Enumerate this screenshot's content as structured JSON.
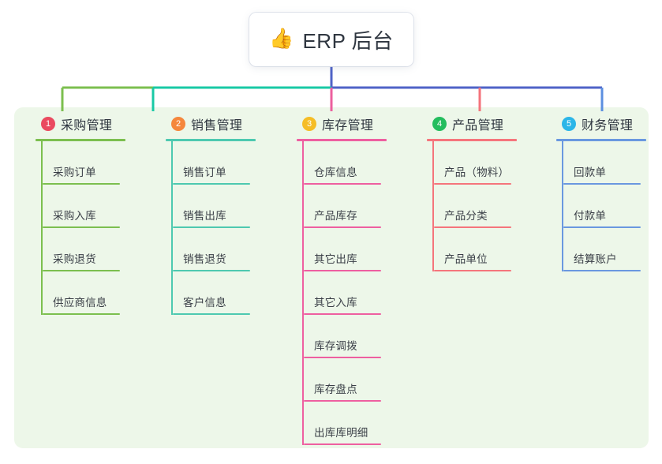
{
  "root": {
    "icon": "thumbs-up-icon",
    "icon_glyph": "👍",
    "title": "ERP 后台"
  },
  "panel": {
    "background": "#edf7e9"
  },
  "connector_colors": {
    "bus_left": "#7cbf4f",
    "bus_mid": "#19c9a5",
    "bus_right": "#4f63c7",
    "stem": "#4f63c7",
    "drop_1": "#7cbf4f",
    "drop_2": "#19c9a5",
    "drop_3": "#ec5f9e",
    "drop_4": "#f4737b",
    "drop_5": "#5c8fe0"
  },
  "columns": [
    {
      "number": "1",
      "title": "采购管理",
      "badge_color": "#ea4a5f",
      "line_color": "#7cbf4f",
      "items": [
        {
          "label": "采购订单"
        },
        {
          "label": "采购入库"
        },
        {
          "label": "采购退货"
        },
        {
          "label": "供应商信息"
        }
      ]
    },
    {
      "number": "2",
      "title": "销售管理",
      "badge_color": "#f5873c",
      "line_color": "#4ec9b0",
      "items": [
        {
          "label": "销售订单"
        },
        {
          "label": "销售出库"
        },
        {
          "label": "销售退货"
        },
        {
          "label": "客户信息"
        }
      ]
    },
    {
      "number": "3",
      "title": "库存管理",
      "badge_color": "#f5bd26",
      "line_color": "#ee5fa0",
      "items": [
        {
          "label": "仓库信息"
        },
        {
          "label": "产品库存"
        },
        {
          "label": "其它出库"
        },
        {
          "label": "其它入库"
        },
        {
          "label": "库存调拨"
        },
        {
          "label": "库存盘点"
        },
        {
          "label": "出库库明细"
        }
      ]
    },
    {
      "number": "4",
      "title": "产品管理",
      "badge_color": "#24bd5e",
      "line_color": "#f5757c",
      "items": [
        {
          "label": "产品（物料）"
        },
        {
          "label": "产品分类"
        },
        {
          "label": "产品单位"
        }
      ]
    },
    {
      "number": "5",
      "title": "财务管理",
      "badge_color": "#2cb6e8",
      "line_color": "#6a98e0",
      "items": [
        {
          "label": "回款单"
        },
        {
          "label": "付款单"
        },
        {
          "label": "结算账户"
        }
      ]
    }
  ]
}
